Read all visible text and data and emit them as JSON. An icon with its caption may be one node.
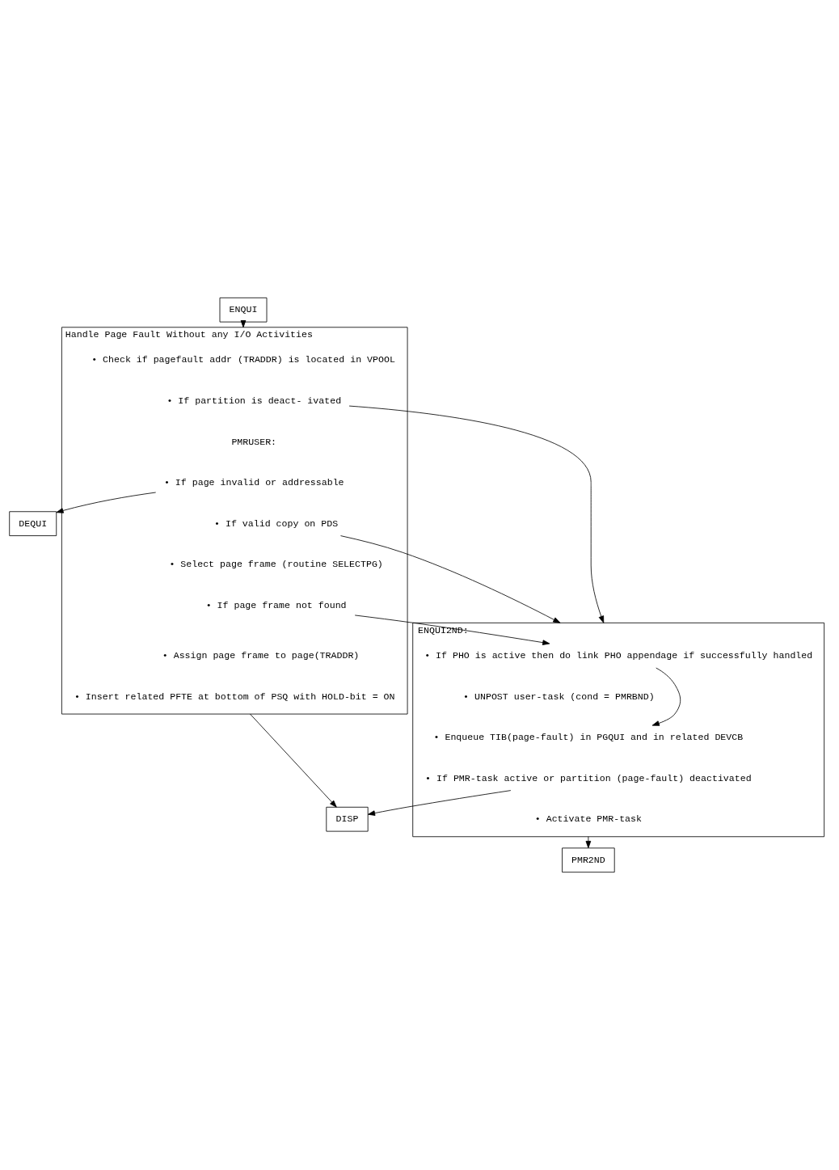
{
  "diagram": {
    "nodes": [
      {
        "text": [
          "ENQUI"
        ]
      },
      {
        "text": [
          "Handle Page Fault Without any I/O Activities"
        ]
      },
      {
        "text": [
          "• Check if pagefault addr (TRADDR) is located in VPOOL"
        ],
        "in": 1
      },
      {
        "text": [
          "• If partition is deact- ivated"
        ],
        "in": 1
      },
      {
        "text": [
          "PMRUSER:"
        ],
        "in": 1
      },
      {
        "text": [
          "• If page invalid or addressable"
        ],
        "in": 1
      },
      {
        "text": [
          "• If valid copy on PDS"
        ],
        "in": 1
      },
      {
        "text": [
          "• Select page frame (routine SELECTPG)"
        ],
        "in": 1
      },
      {
        "text": [
          "• If page frame not found"
        ],
        "in": 1
      },
      {
        "text": [
          "• Assign page frame to page(TRADDR)"
        ],
        "in": 1
      },
      {
        "text": [
          "• Insert related PFTE at bottom of PSQ with HOLD-bit = ON"
        ],
        "in": 1
      },
      {
        "text": [
          "DEQUI"
        ]
      },
      {
        "text": [
          "ENQUI2ND:"
        ]
      },
      {
        "text": [
          "• If PHO is active then do link PHO appendage if successfully handled"
        ],
        "in": 12
      },
      {
        "text": [
          "• UNPOST user-task (cond = PMRBND)"
        ],
        "in": 12
      },
      {
        "text": [
          "• Enqueue TIB(page-fault) in PGQUI and in related DEVCB"
        ],
        "in": 12
      },
      {
        "text": [
          "• If PMR-task active or partition (page-fault) deactivated"
        ],
        "in": 12
      },
      {
        "text": [
          "• Activate PMR-task"
        ],
        "in": 12
      },
      {
        "text": [
          "DISP"
        ]
      },
      {
        "text": [
          "PMR2ND"
        ]
      }
    ],
    "edges": [
      {
        "from": 0,
        "to": 1,
        "arrow": "to"
      },
      {
        "from": 3,
        "to": 12,
        "arrow": "to"
      },
      {
        "from": 5,
        "to": 11,
        "arrow": "to"
      },
      {
        "from": 6,
        "to": 12,
        "arrow": "to"
      },
      {
        "from": 8,
        "to": 13,
        "arrow": "to"
      },
      {
        "from": 13,
        "to": 15,
        "arrow": "to"
      },
      {
        "from": 1,
        "to": 18,
        "arrow": "to"
      },
      {
        "from": 16,
        "to": 18,
        "arrow": "to"
      },
      {
        "from": 12,
        "to": 19,
        "arrow": "to"
      }
    ]
  }
}
